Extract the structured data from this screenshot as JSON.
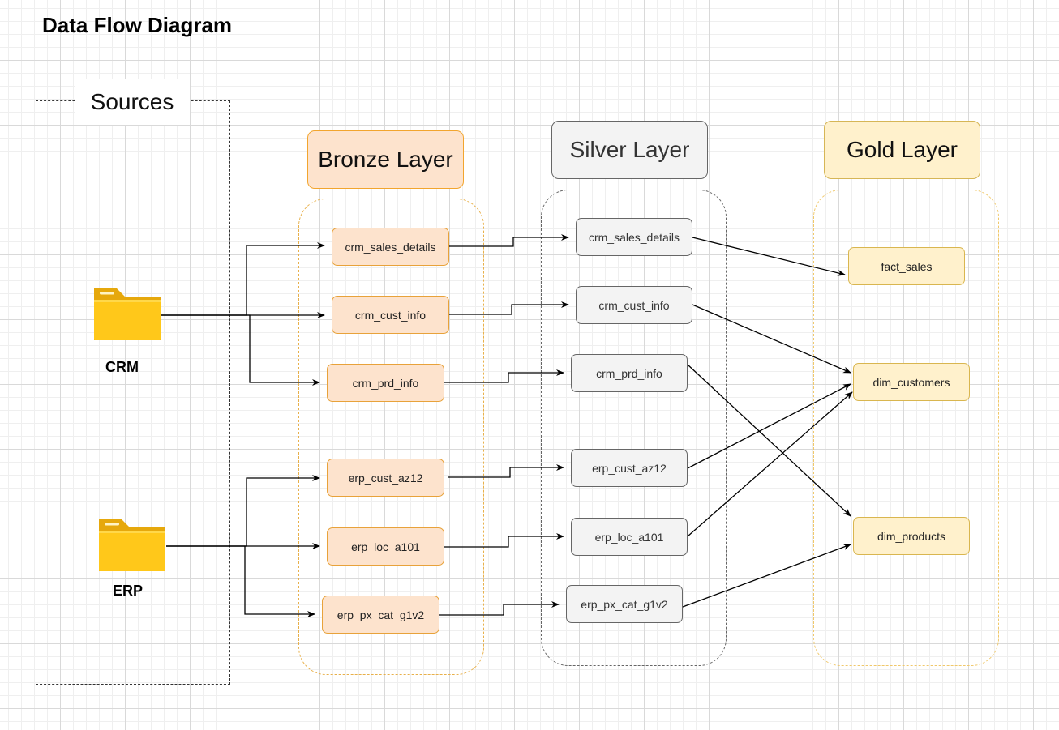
{
  "title": "Data Flow Diagram",
  "sources": {
    "label": "Sources",
    "crm_label": "CRM",
    "erp_label": "ERP"
  },
  "layers": {
    "bronze": "Bronze Layer",
    "silver": "Silver Layer",
    "gold": "Gold Layer"
  },
  "bronze_nodes": [
    "crm_sales_details",
    "crm_cust_info",
    "crm_prd_info",
    "erp_cust_az12",
    "erp_loc_a101",
    "erp_px_cat_g1v2"
  ],
  "silver_nodes": [
    "crm_sales_details",
    "crm_cust_info",
    "crm_prd_info",
    "erp_cust_az12",
    "erp_loc_a101",
    "erp_px_cat_g1v2"
  ],
  "gold_nodes": [
    "fact_sales",
    "dim_customers",
    "dim_products"
  ],
  "colors": {
    "bronze_fill": "#fde3cd",
    "bronze_border": "#e8a23a",
    "silver_fill": "#f3f3f3",
    "silver_border": "#666666",
    "gold_fill": "#fff1cc",
    "gold_border": "#d9b64f",
    "folder": "#ffc81a"
  },
  "icons": [
    "crm-folder-icon",
    "erp-folder-icon"
  ]
}
